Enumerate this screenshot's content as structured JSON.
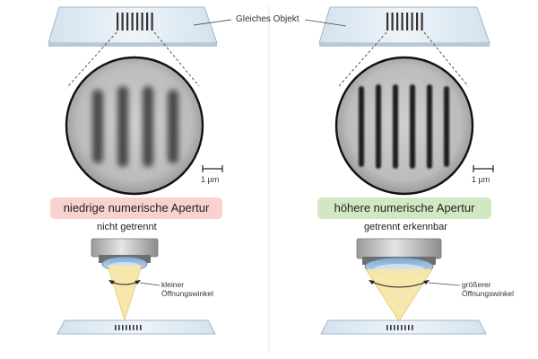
{
  "object_label": "Gleiches Objekt",
  "colors": {
    "red_pill": "#f7d2cf",
    "green_pill": "#d2e8c4",
    "cone": "#f6e7a8",
    "lens_blue": "#a8c6e6",
    "slide": "#dce8f1"
  },
  "panels": {
    "left": {
      "aperture_label": "niedrige numerische Apertur",
      "result_label": "nicht getrennt",
      "angle_label": "kleiner Öffnungswinkel",
      "scale_label": "1 µm",
      "line_count": 4,
      "image_sharpness": "blurred"
    },
    "right": {
      "aperture_label": "höhere numerische Apertur",
      "result_label": "getrennt erkennbar",
      "angle_label": "größerer Öffnungswinkel",
      "scale_label": "1 µm",
      "line_count": 6,
      "image_sharpness": "sharp"
    }
  }
}
